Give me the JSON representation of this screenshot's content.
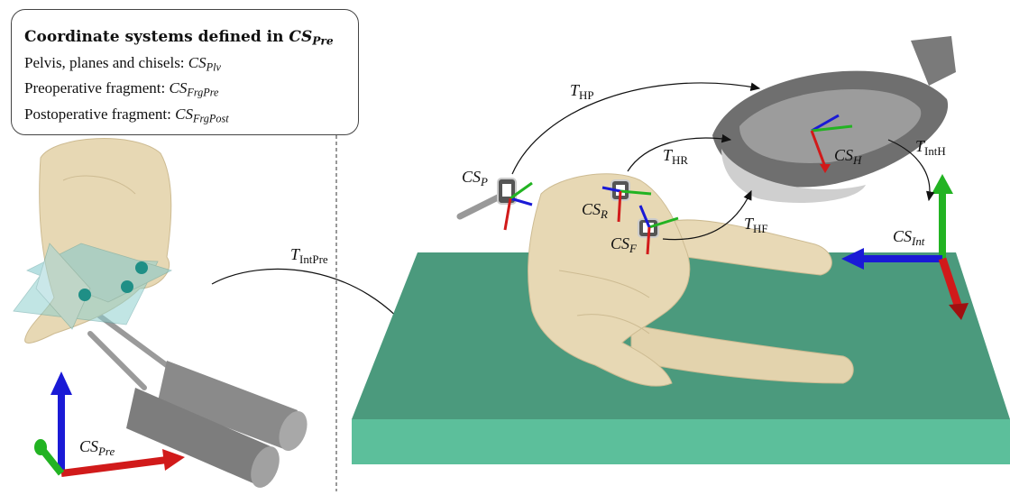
{
  "legend": {
    "title_main": "Coordinate systems defined in",
    "title_cs": "CS",
    "title_cs_sub": "Pre",
    "rows": [
      {
        "label": "Pelvis, planes and chisels:",
        "cs": "CS",
        "sub": "Plv"
      },
      {
        "label": "Preoperative fragment:",
        "cs": "CS",
        "sub": "FrgPre"
      },
      {
        "label": "Postoperative fragment:",
        "cs": "CS",
        "sub": "FrgPost"
      }
    ]
  },
  "labels": {
    "cs_pre": {
      "main": "CS",
      "sub": "Pre"
    },
    "cs_p": {
      "main": "CS",
      "sub": "P"
    },
    "cs_r": {
      "main": "CS",
      "sub": "R"
    },
    "cs_f": {
      "main": "CS",
      "sub": "F"
    },
    "cs_h": {
      "main": "CS",
      "sub": "H"
    },
    "cs_int": {
      "main": "CS",
      "sub": "Int"
    },
    "t_intpre": {
      "main": "T",
      "sub": "IntPre"
    },
    "t_hp": {
      "main": "T",
      "sub": "HP"
    },
    "t_hr": {
      "main": "T",
      "sub": "HR"
    },
    "t_hf": {
      "main": "T",
      "sub": "HF"
    },
    "t_inth": {
      "main": "T",
      "sub": "IntH"
    }
  },
  "colors": {
    "axis_x": "#d11a1a",
    "axis_y": "#22b322",
    "axis_z": "#1a1ad6",
    "table_top": "#4b9a7d",
    "table_side": "#5cbf9b",
    "bone": "#e6d6b2",
    "plane": "#8fd0cf",
    "marker_dot": "#1f8f86",
    "tool": "#8c8c8c",
    "headset": "#6f6f6f"
  }
}
